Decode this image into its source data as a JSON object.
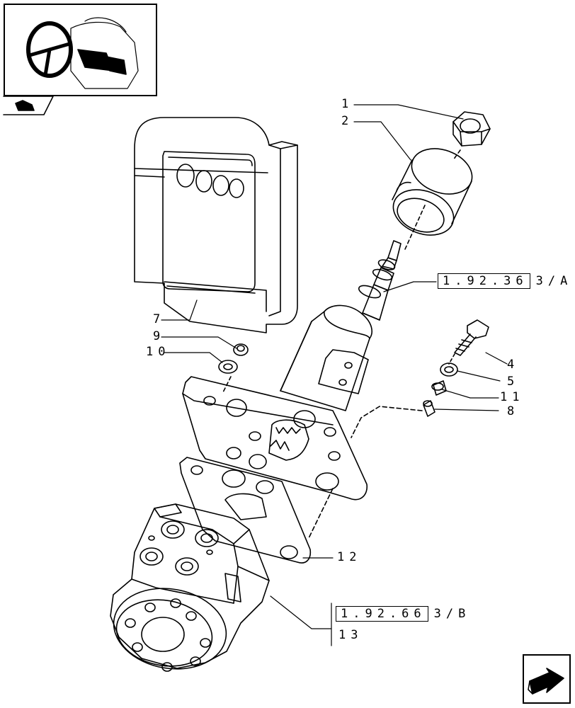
{
  "callouts": [
    {
      "id": "1",
      "text": "1"
    },
    {
      "id": "2",
      "text": "2"
    },
    {
      "id": "7",
      "text": "7"
    },
    {
      "id": "9",
      "text": "9"
    },
    {
      "id": "10",
      "text": "10"
    },
    {
      "id": "4",
      "text": "4"
    },
    {
      "id": "5",
      "text": "5"
    },
    {
      "id": "11",
      "text": "11"
    },
    {
      "id": "8",
      "text": "8"
    },
    {
      "id": "12",
      "text": "12"
    },
    {
      "id": "13",
      "text": "13"
    }
  ],
  "references": [
    {
      "boxed": "1.92.36",
      "tail": "3/A"
    },
    {
      "boxed": "1.92.66",
      "tail": "3/B"
    }
  ],
  "icons": {
    "thumbnail": "steering-wheel-thumbnail-icon",
    "section_tab": "tractor-section-icon",
    "nav": "next-page-arrow-icon"
  }
}
